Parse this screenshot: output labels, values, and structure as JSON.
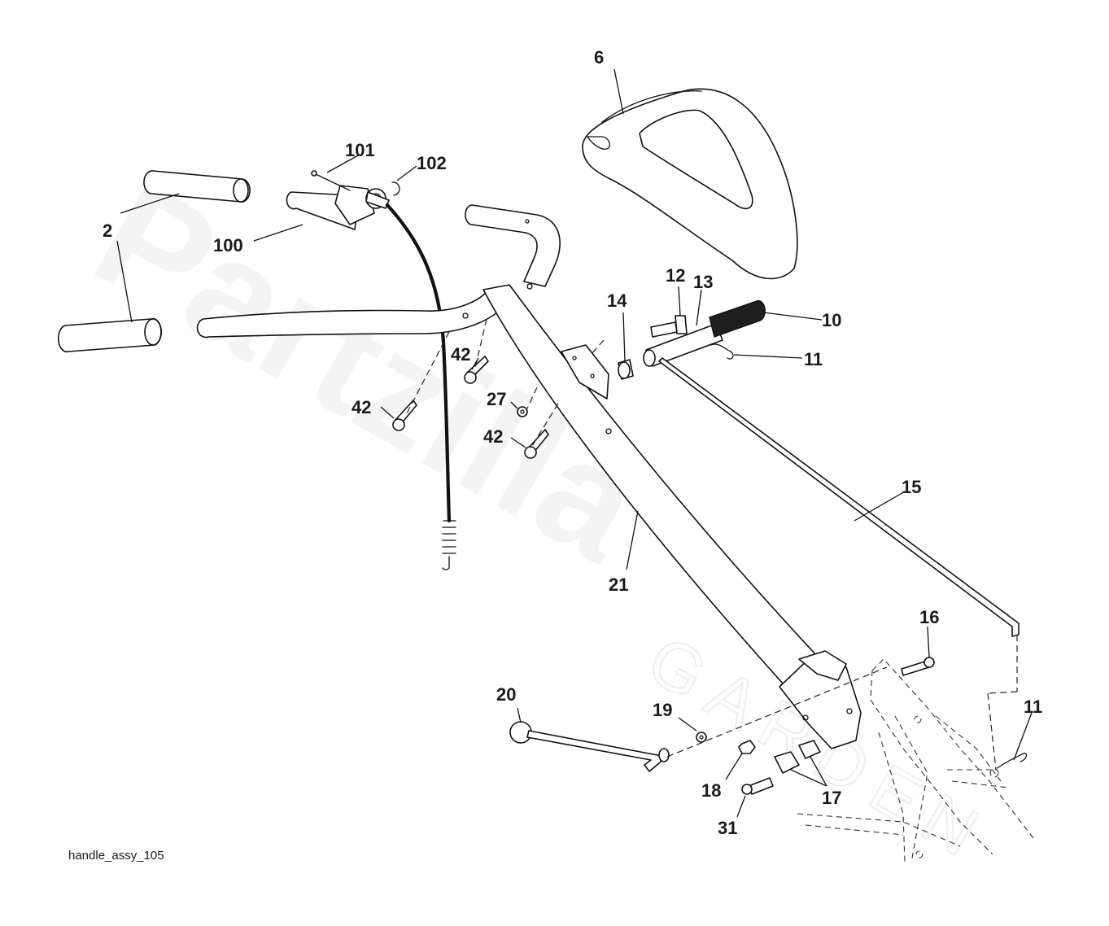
{
  "watermark": {
    "brand": "Partzilla",
    "sub": "GARDEN"
  },
  "caption": "handle_assy_105",
  "callouts": {
    "c2": "2",
    "c6": "6",
    "c10": "10",
    "c11a": "11",
    "c11b": "11",
    "c12": "12",
    "c13": "13",
    "c14": "14",
    "c15": "15",
    "c16": "16",
    "c17": "17",
    "c18": "18",
    "c19": "19",
    "c20": "20",
    "c21": "21",
    "c27": "27",
    "c31": "31",
    "c42a": "42",
    "c42b": "42",
    "c42c": "42",
    "c100": "100",
    "c101": "101",
    "c102": "102"
  }
}
